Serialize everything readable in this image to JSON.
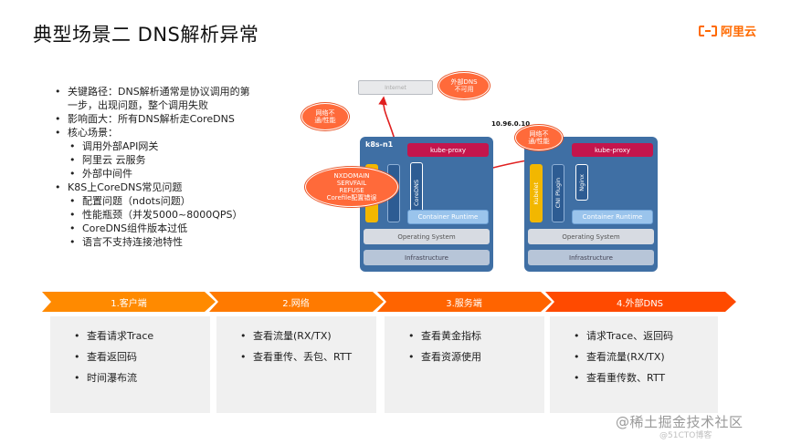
{
  "title": "典型场景二 DNS解析异常",
  "logo": {
    "text": "阿里云",
    "color": "#ff6a00"
  },
  "bullets": [
    {
      "level": 1,
      "text": "关键路径：DNS解析通常是协议调用的第"
    },
    {
      "level": 0,
      "text": "一步，出现问题，整个调用失败"
    },
    {
      "level": 1,
      "text": "影响面大：所有DNS解析走CoreDNS"
    },
    {
      "level": 1,
      "text": "核心场景："
    },
    {
      "level": 2,
      "text": "调用外部API网关"
    },
    {
      "level": 2,
      "text": "阿里云 云服务"
    },
    {
      "level": 2,
      "text": "外部中间件"
    },
    {
      "level": 1,
      "text": "K8S上CoreDNS常见问题"
    },
    {
      "level": 2,
      "text": "配置问题（ndots问题）"
    },
    {
      "level": 2,
      "text": "性能瓶颈（并发5000~8000QPS）"
    },
    {
      "level": 2,
      "text": "CoreDNS组件版本过低"
    },
    {
      "level": 2,
      "text": "语言不支持连接池特性"
    }
  ],
  "diagram": {
    "internet": "Internet",
    "ip": "10.96.0.10",
    "bubbles": {
      "external_dns": "外部DNS不可用",
      "net_left": "网络不通/性能",
      "net_right": "网络不通/性能",
      "errors": [
        "NXDOMAIN",
        "SERVFAIL",
        "REFUSE",
        "Corefile配置错误"
      ]
    },
    "node1": {
      "name": "k8s-n1",
      "kube_proxy": "kube-proxy",
      "coredns": "CoreDNS",
      "runtime": "Container Runtime",
      "os": "Operating System",
      "infra": "Infrastructure"
    },
    "node2": {
      "kube_proxy": "kube-proxy",
      "kubelet": "Kubelet",
      "cni": "CNI Plugin",
      "nginx": "Nginx",
      "runtime": "Container Runtime",
      "os": "Operating System",
      "infra": "Infrastructure"
    }
  },
  "stages": [
    {
      "label": "1.客户端",
      "color": "#ff8a00",
      "items": [
        "查看请求Trace",
        "查看返回码",
        "时间瀑布流"
      ]
    },
    {
      "label": "2.网络",
      "color": "#ff7a00",
      "items": [
        "查看流量(RX/TX)",
        "查看重传、丢包、RTT"
      ]
    },
    {
      "label": "3.服务端",
      "color": "#ff6400",
      "items": [
        "查看黄金指标",
        "查看资源使用"
      ]
    },
    {
      "label": "4.外部DNS",
      "color": "#ff4a00",
      "items": [
        "请求Trace、返回码",
        "查看流量(RX/TX)",
        "查看重传数、RTT"
      ]
    }
  ],
  "watermark": "@稀土掘金技术社区",
  "watermark2": "@51CTO博客"
}
